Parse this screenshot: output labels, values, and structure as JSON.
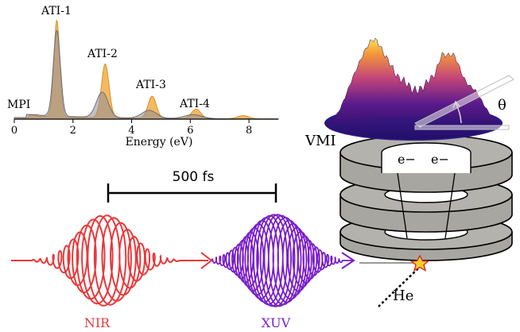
{
  "spectrum": {
    "peak_labels": [
      "MPI",
      "ATI-1",
      "ATI-2",
      "ATI-3",
      "ATI-4"
    ],
    "xlabel": "Energy (eV)",
    "xticks": [
      "0",
      "2",
      "4",
      "6",
      "8"
    ],
    "colors": {
      "series_a": "#f0a73c",
      "series_b": "#8e8e9a"
    }
  },
  "delay": {
    "label": "500 fs"
  },
  "pulses": {
    "nir_label": "NIR",
    "xuv_label": "XUV",
    "colors": {
      "nir": "#e8393b",
      "xuv": "#7a1fc7"
    }
  },
  "detector": {
    "vmi_label": "VMI",
    "electron_label_1": "e−",
    "electron_label_2": "e−",
    "angle_label": "θ",
    "target_label": "He",
    "colors": {
      "ring_fill": "#a8a6a0",
      "ring_stroke": "#000000"
    }
  }
}
